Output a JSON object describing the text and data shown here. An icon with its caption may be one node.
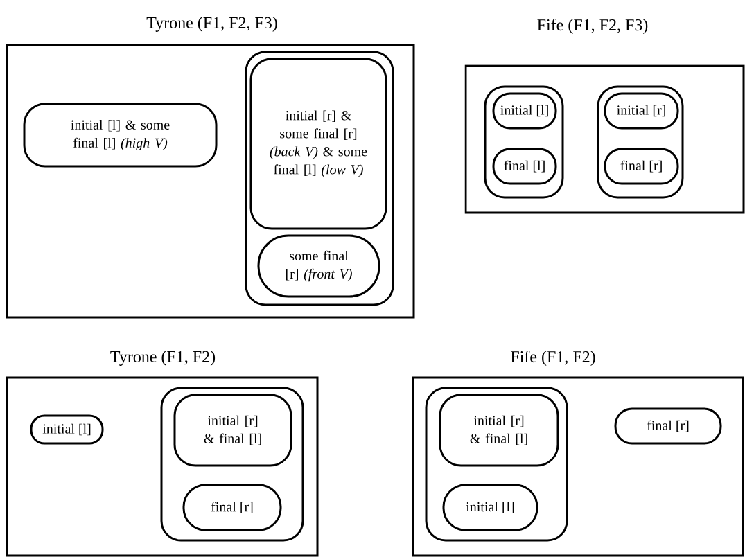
{
  "diagram": {
    "nodes": [
      {
        "text": [
          "Tyrone (F1, F2, F3)"
        ]
      },
      {
        "text": [
          "initial [l] & some final [l] *(high V)*"
        ],
        "in": 0
      },
      {
        "text": [],
        "shape": "box",
        "in": 0
      },
      {
        "text": [
          "initial [r] & some final [r] *(back V)* & some final [l] *(low V)*"
        ],
        "in": 2
      },
      {
        "text": [
          "some final [r] *(front V)*"
        ],
        "in": 2
      },
      {
        "text": [
          "Fife (F1, F2, F3)"
        ]
      },
      {
        "text": [],
        "shape": "box",
        "in": 5
      },
      {
        "text": [
          "initial [l]"
        ],
        "in": 6
      },
      {
        "text": [
          "final [l]"
        ],
        "in": 6
      },
      {
        "text": [],
        "shape": "box",
        "in": 5
      },
      {
        "text": [
          "initial [r]"
        ],
        "in": 9
      },
      {
        "text": [
          "final [r]"
        ],
        "in": 9
      },
      {
        "text": [
          "Tyrone (F1, F2)"
        ]
      },
      {
        "text": [
          "initial [l]"
        ],
        "in": 12
      },
      {
        "text": [],
        "shape": "box",
        "in": 12
      },
      {
        "text": [
          "initial [r] & final [l]"
        ],
        "in": 14
      },
      {
        "text": [
          "final [r]"
        ],
        "in": 14
      },
      {
        "text": [
          "Fife (F1, F2)"
        ]
      },
      {
        "text": [],
        "shape": "box",
        "in": 17
      },
      {
        "text": [
          "initial [r] & final [l]"
        ],
        "in": 18
      },
      {
        "text": [
          "initial [l]"
        ],
        "in": 18
      },
      {
        "text": [
          "final [r]"
        ],
        "in": 17
      }
    ]
  }
}
